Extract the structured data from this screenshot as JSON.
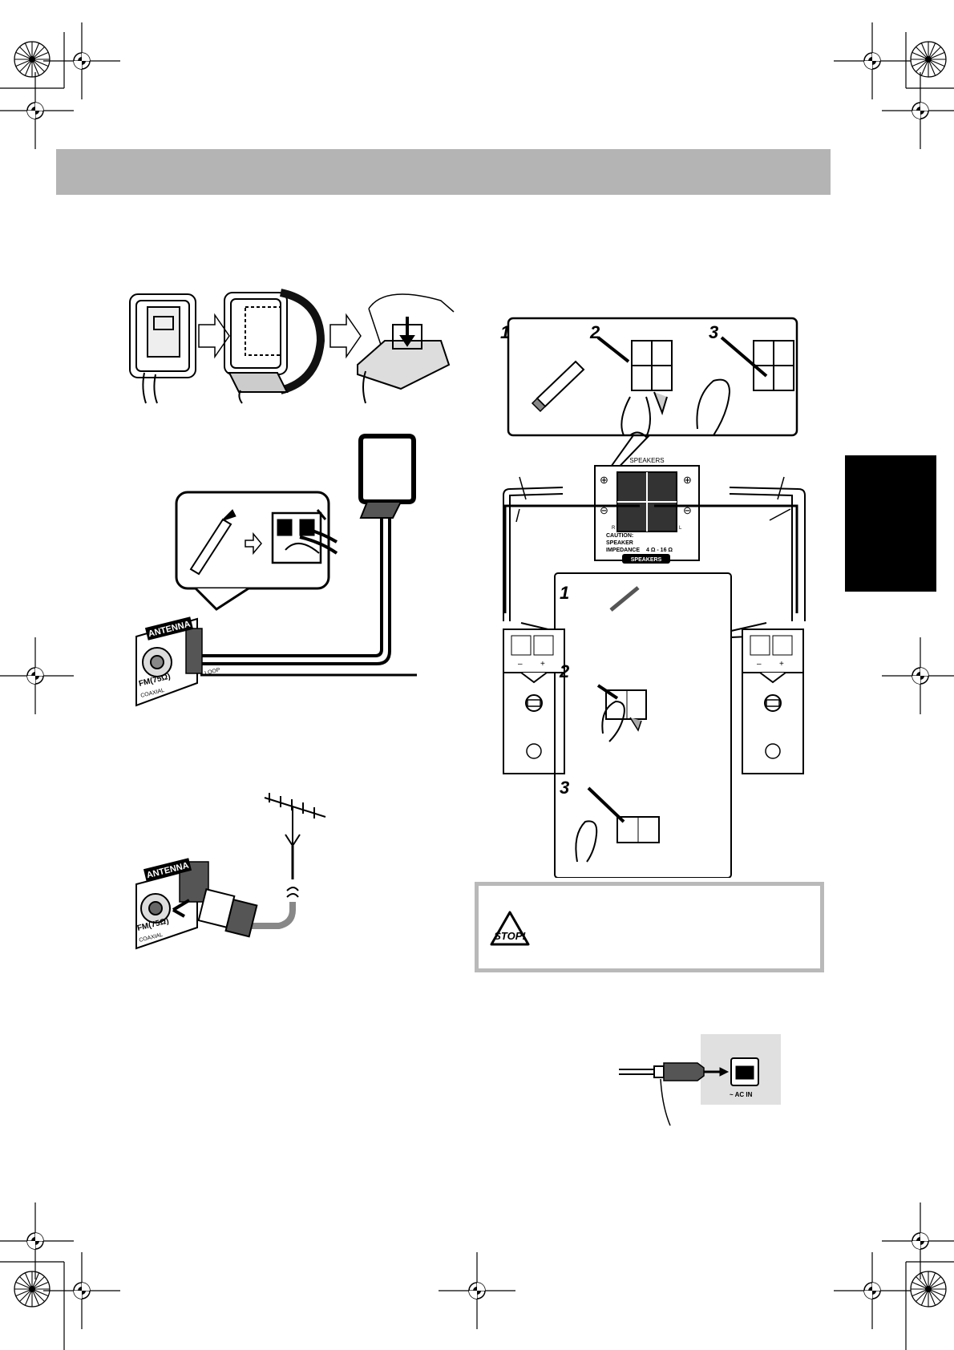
{
  "speaker_panel": {
    "title": "SPEAKERS",
    "plus_symbol": "⊕",
    "minus_symbol": "⊖",
    "channel_r": "R",
    "channel_l": "L",
    "caution_line1": "CAUTION:",
    "caution_line2": "SPEAKER",
    "caution_line3": "IMPEDANCE",
    "impedance_value": "4 Ω - 16 Ω",
    "badge": "SPEAKERS"
  },
  "steps_top": [
    "1",
    "2",
    "3"
  ],
  "steps_bottom": [
    "1",
    "2",
    "3"
  ],
  "speaker_terminal_polarity": {
    "minus": "–",
    "plus": "+"
  },
  "antenna_panel_1": {
    "label": "ANTENNA",
    "fm_label": "FM(75Ω)",
    "coaxial_label": "COAXIAL",
    "loop_label": "LOOP"
  },
  "antenna_panel_2": {
    "label": "ANTENNA",
    "fm_label": "FM(75Ω)",
    "coaxial_label": "COAXIAL"
  },
  "warning": {
    "stop_text": "STOP!"
  },
  "ac_inlet": {
    "label": "~ AC IN"
  },
  "colors": {
    "header_bar": "#b4b4b4",
    "side_tab": "#000000",
    "stop_border": "#b9b9b9",
    "ac_panel_bg": "#e0e0e0"
  }
}
